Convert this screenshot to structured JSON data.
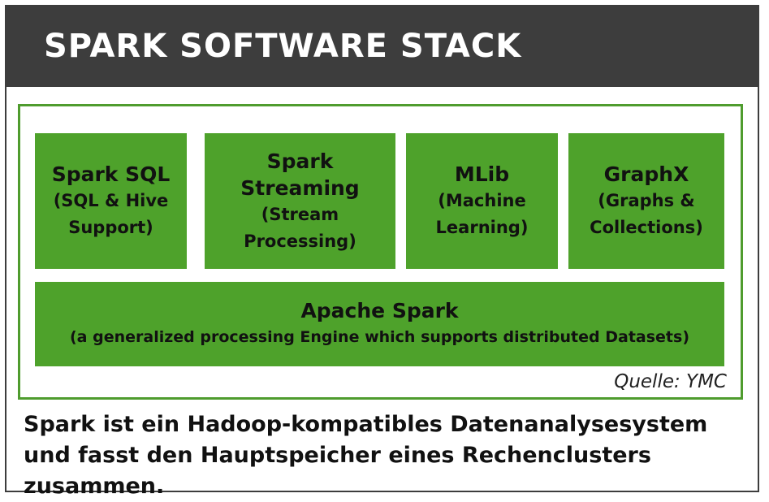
{
  "header": {
    "title": "SPARK SOFTWARE STACK"
  },
  "colors": {
    "header_bg": "#3d3d3d",
    "header_text": "#ffffff",
    "layer_green": "#4ea22b",
    "border_green": "#4f9c2e"
  },
  "layers": {
    "top": [
      {
        "name": "Spark SQL",
        "desc": "(SQL & Hive Support)"
      },
      {
        "name": "Spark Streaming",
        "desc": "(Stream Processing)"
      },
      {
        "name": "MLib",
        "desc": "(Machine Learning)"
      },
      {
        "name": "GraphX",
        "desc": "(Graphs & Collections)"
      }
    ],
    "base": {
      "name": "Apache Spark",
      "desc": "(a generalized processing Engine which supports distributed Datasets)"
    }
  },
  "source": "Quelle: YMC",
  "caption": "Spark ist ein Hadoop-kompatibles Datenanalysesystem und fasst den Hauptspeicher eines Rechenclusters zusammen."
}
